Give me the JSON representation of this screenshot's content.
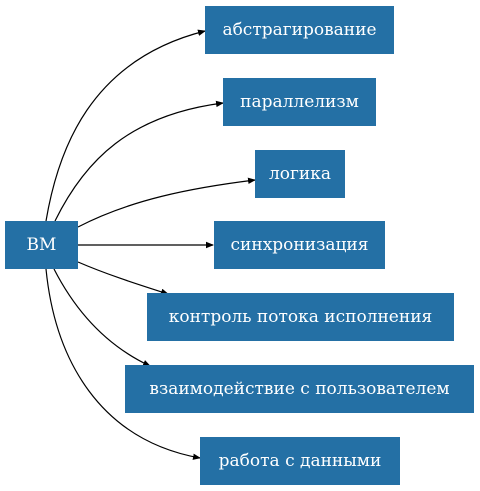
{
  "diagram": {
    "root": "ВМ",
    "children": [
      "абстрагирование",
      "параллелизм",
      "логика",
      "синхронизация",
      "контроль потока исполнения",
      "взаимодействие с пользователем",
      "работа с данными"
    ],
    "node_color": "#2470a5",
    "edge_color": "#000000"
  }
}
